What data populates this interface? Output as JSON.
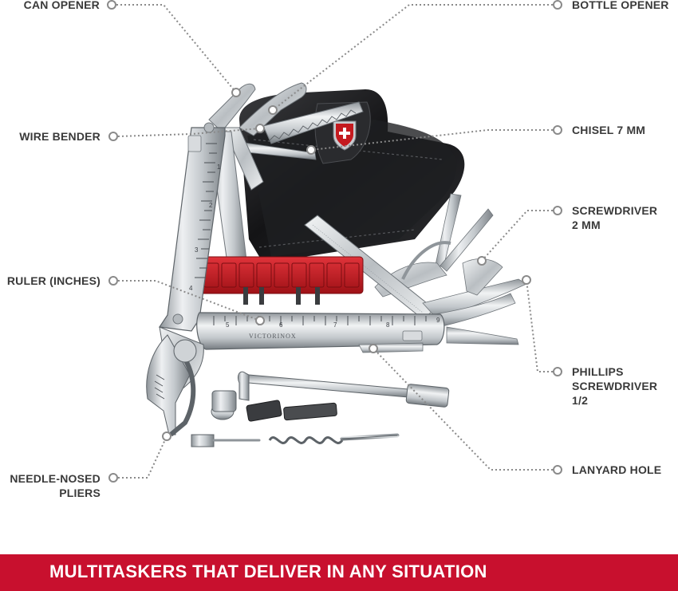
{
  "labels": {
    "can_opener": [
      "CAN OPENER"
    ],
    "bottle_opener": [
      "BOTTLE OPENER"
    ],
    "wire_bender": [
      "WIRE BENDER"
    ],
    "chisel": [
      "CHISEL 7 MM"
    ],
    "screwdriver": [
      "SCREWDRIVER",
      "2 MM"
    ],
    "ruler": [
      "RULER (INCHES)"
    ],
    "phillips": [
      "PHILLIPS",
      "SCREWDRIVER",
      "1/2"
    ],
    "lanyard": [
      "LANYARD HOLE"
    ],
    "pliers": [
      "NEEDLE-NOSED",
      "PLIERS"
    ]
  },
  "product": {
    "brand_engraving": "VICTORINOX",
    "ruler_marks": [
      "1",
      "2",
      "3",
      "4",
      "5",
      "6",
      "7",
      "8",
      "9"
    ]
  },
  "banner": {
    "text": "MULTITASKERS THAT DELIVER IN ANY SITUATION"
  },
  "colors": {
    "banner": "#c8102e",
    "label_text": "#3a3a3a",
    "leader_line": "#8a8a8a",
    "steel": "#c9cdd1",
    "pouch": "#1b1b1d",
    "bit_holder": "#c41a1f"
  }
}
